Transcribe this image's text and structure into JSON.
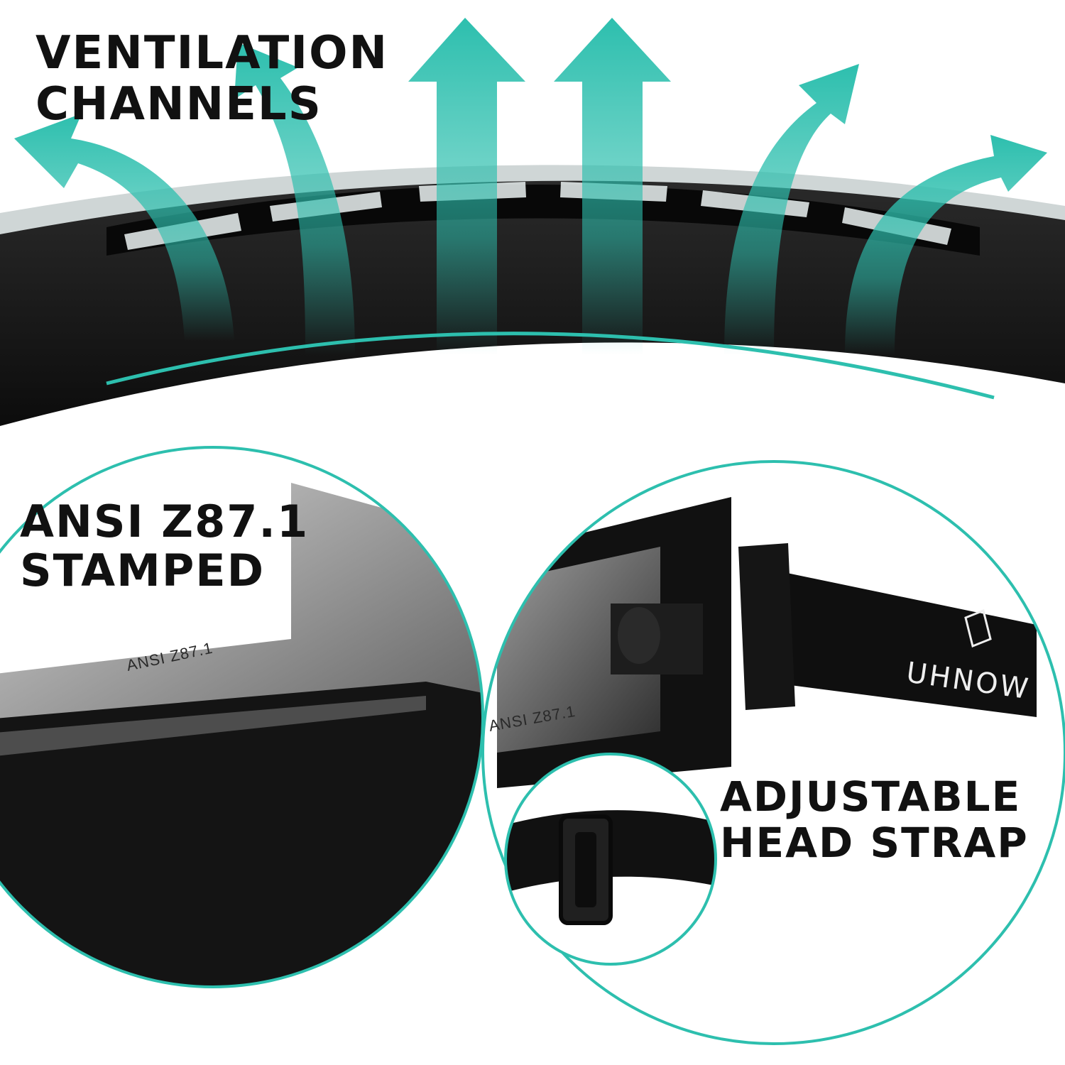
{
  "features": {
    "ventilation": {
      "line1": "VENTILATION",
      "line2": "CHANNELS"
    },
    "ansi": {
      "line1": "ANSI Z87.1",
      "line2": "STAMPED"
    },
    "strap": {
      "line1": "ADJUSTABLE",
      "line2": "HEAD STRAP"
    }
  },
  "product_marks": {
    "lens_stamp": "ANSI Z87.1",
    "lens_stamp_small": "ANSI Z87.1",
    "strap_brand": "UHNOW"
  },
  "colors": {
    "accent": "#2dbfae",
    "frame": "#151515",
    "caption": "#111111",
    "background": "#ffffff"
  },
  "icons": [
    "airflow-arrow",
    "uhnow-logo-mark"
  ]
}
